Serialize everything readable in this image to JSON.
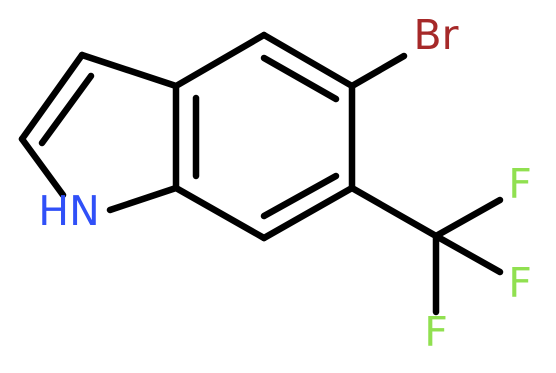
{
  "molecule": {
    "atoms": {
      "nh": {
        "label": "HN",
        "color": "#3050F8"
      },
      "br": {
        "label": "Br",
        "color": "#A62929"
      },
      "f1": {
        "label": "F",
        "color": "#90E050"
      },
      "f2": {
        "label": "F",
        "color": "#90E050"
      },
      "f3": {
        "label": "F",
        "color": "#90E050"
      }
    },
    "colors": {
      "bond": "#000000",
      "background": "#FFFFFF"
    }
  }
}
